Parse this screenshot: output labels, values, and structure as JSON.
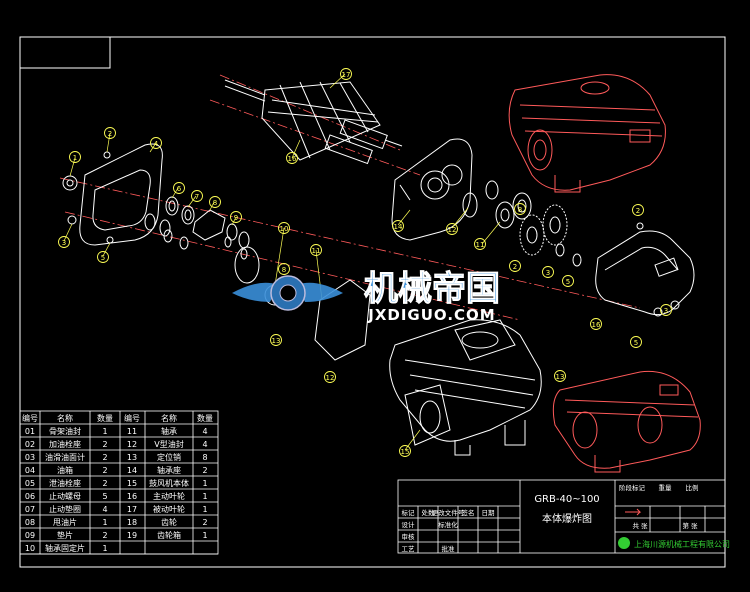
{
  "drawing": {
    "model": "GRB-40~100",
    "title": "本体爆炸图"
  },
  "watermark": {
    "brand": "机械帝国",
    "domain": "JXDIGUO.COM"
  },
  "parts_table": {
    "headers": [
      "编号",
      "名称",
      "数量",
      "编号",
      "名称",
      "数量"
    ],
    "rows": [
      [
        "01",
        "骨架油封",
        "1",
        "11",
        "轴承",
        "4"
      ],
      [
        "02",
        "加油栓座",
        "2",
        "12",
        "V型油封",
        "4"
      ],
      [
        "03",
        "油滑油面计",
        "2",
        "13",
        "定位销",
        "8"
      ],
      [
        "04",
        "油箱",
        "2",
        "14",
        "轴承座",
        "2"
      ],
      [
        "05",
        "泄油栓座",
        "2",
        "15",
        "鼓风机本体",
        "1"
      ],
      [
        "06",
        "止动螺母",
        "5",
        "16",
        "主动叶轮",
        "1"
      ],
      [
        "07",
        "止动垫圈",
        "4",
        "17",
        "被动叶轮",
        "1"
      ],
      [
        "08",
        "甩油片",
        "1",
        "18",
        "齿轮",
        "2"
      ],
      [
        "09",
        "垫片",
        "2",
        "19",
        "齿轮箱",
        "1"
      ],
      [
        "10",
        "轴承固定片",
        "1",
        "",
        "",
        ""
      ]
    ]
  },
  "balloons": [
    "1",
    "2",
    "3",
    "4",
    "5",
    "6",
    "7",
    "8",
    "9",
    "10",
    "11",
    "12",
    "13",
    "14",
    "15",
    "16",
    "17"
  ],
  "title_block": {
    "row1": [
      "标记",
      "处数",
      "更改文件号",
      "签名",
      "日期"
    ],
    "row2": [
      "设计",
      "",
      "标准化",
      "",
      ""
    ],
    "row3": [
      "审核",
      "",
      "",
      "",
      ""
    ],
    "row4": [
      "工艺",
      "",
      "批准",
      "",
      ""
    ],
    "right_top": [
      "阶段标记",
      "重量",
      "比例"
    ],
    "right_mid": [
      "共 张",
      "第 张"
    ],
    "company": "上海川源机械工程有限公司"
  },
  "colors": {
    "line": "#ffffff",
    "accent_red": "#ff5a5a",
    "balloon": "#ffff55",
    "brand_blue": "#3a8fd9",
    "company_green": "#33cc33"
  }
}
